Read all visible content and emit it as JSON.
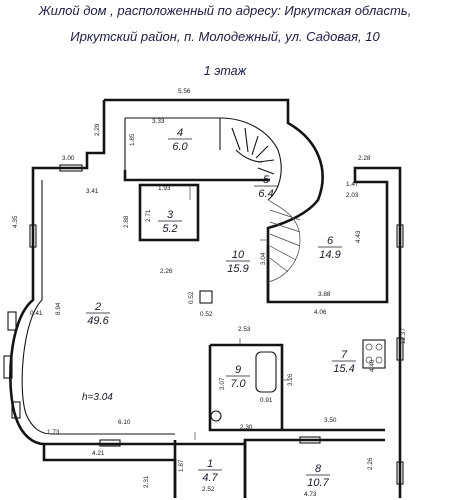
{
  "header": {
    "line1": "Жилой дом , расположенный по адресу: Иркутская область,",
    "line2": "Иркутский район, п. Молодежный, ул. Садовая, 10"
  },
  "floor_title": "1 этаж",
  "ceiling_height": "h=3.04",
  "rooms": [
    {
      "no": "4",
      "area": "6.0"
    },
    {
      "no": "5",
      "area": "6.4"
    },
    {
      "no": "3",
      "area": "5.2"
    },
    {
      "no": "10",
      "area": "15.9"
    },
    {
      "no": "6",
      "area": "14.9"
    },
    {
      "no": "2",
      "area": "49.6"
    },
    {
      "no": "9",
      "area": "7.0"
    },
    {
      "no": "7",
      "area": "15.4"
    },
    {
      "no": "1",
      "area": "4.7"
    },
    {
      "no": "8",
      "area": "10.7"
    }
  ],
  "dimensions": [
    "5.56",
    "3.33",
    "2.29",
    "1.85",
    "3.00",
    "3.41",
    "2.28",
    "1.47",
    "2.03",
    "1.93",
    "2.88",
    "2.71",
    "4.35",
    "4.43",
    "2.26",
    "3.04",
    "0.52",
    "0.52",
    "3.88",
    "4.06",
    "8.94",
    "0.41",
    "12.37",
    "2.53",
    "3.07",
    "3.26",
    "4.40",
    "0.91",
    "2.30",
    "3.50",
    "1.73",
    "6.10",
    "4.21",
    "2.31",
    "1.87",
    "2.52",
    "2.26",
    "4.73"
  ]
}
